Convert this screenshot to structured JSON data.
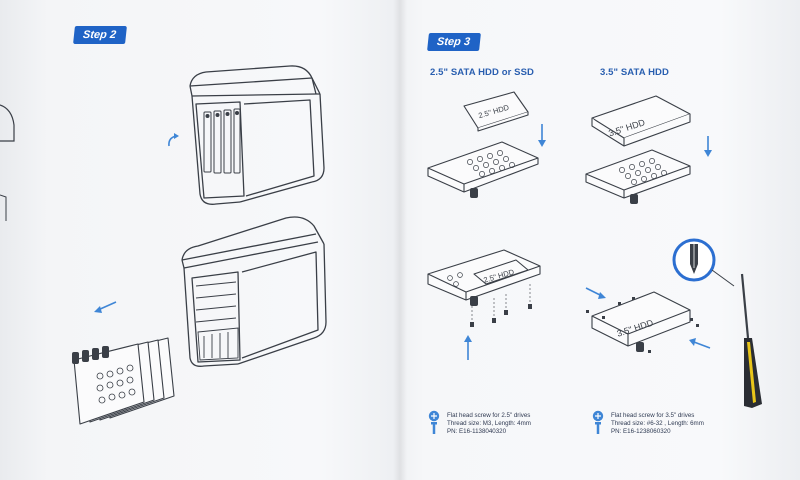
{
  "step2": {
    "badge": "Step 2"
  },
  "step3": {
    "badge": "Step 3",
    "col_left_heading": "2.5\" SATA HDD or SSD",
    "col_right_heading": "3.5\" SATA HDD",
    "hdd25_label": "2.5\" HDD",
    "hdd35_label": "3.5\" HDD",
    "note_left": {
      "line1": "Flat head screw for 2.5\" drives",
      "line2": "Thread size: M3, Length: 4mm",
      "line3": "PN: E16-1138040320"
    },
    "note_right": {
      "line1": "Flat head screw for 3.5\" drives",
      "line2": "Thread size: #6-32 , Length: 6mm",
      "line3": "PN: E16-1238060320"
    }
  },
  "colors": {
    "accent": "#1f63c6",
    "heading": "#2a5fb0",
    "arrow": "#3f86d6",
    "line": "#3a3f47",
    "screwdriver_handle": "#e8c51a"
  },
  "icons": [
    "rotate-arrow-icon",
    "pull-arrow-icon",
    "screw-icon",
    "screwdriver-icon"
  ]
}
